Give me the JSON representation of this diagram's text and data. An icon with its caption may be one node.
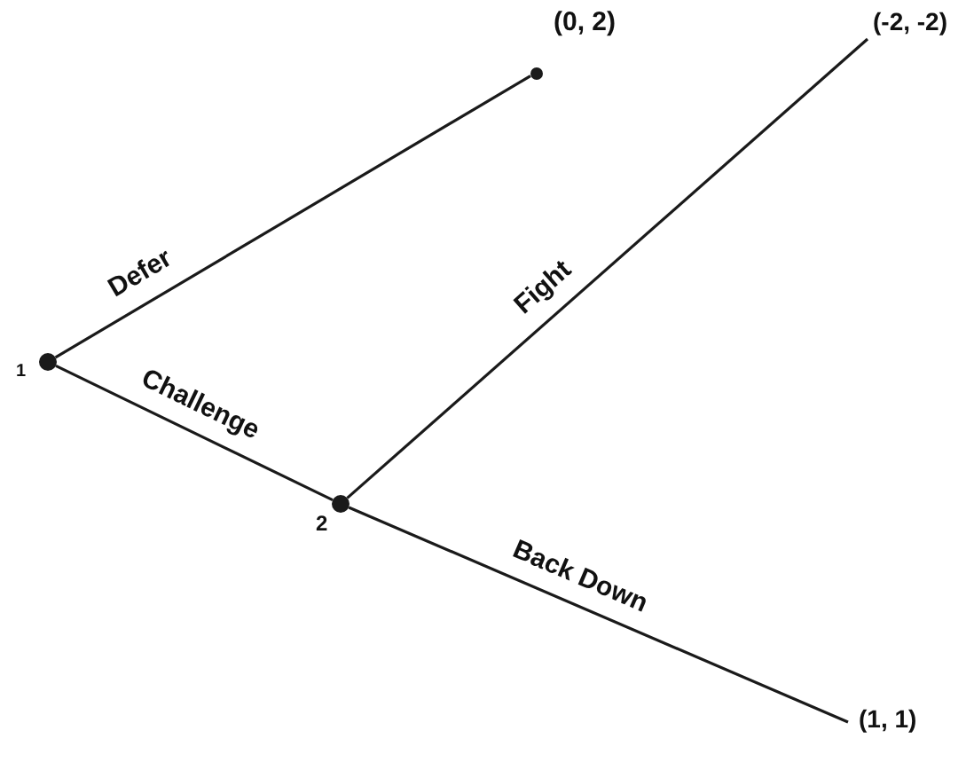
{
  "diagram": {
    "nodes": [
      {
        "text": [],
        "shape": "circle",
        "beside": [
          "1"
        ]
      },
      {
        "text": [],
        "shape": "circle",
        "beside": [
          "(0, 2)"
        ]
      },
      {
        "text": [],
        "shape": "circle",
        "beside": [
          "2"
        ]
      },
      {
        "text": [
          "(-2, -2)"
        ]
      },
      {
        "text": [
          "(1, 1)"
        ]
      }
    ],
    "edges": [
      {
        "from": 0,
        "to": 1,
        "arrow": "none",
        "label": "Defer"
      },
      {
        "from": 0,
        "to": 2,
        "arrow": "none",
        "label": "Challenge"
      },
      {
        "from": 2,
        "to": 3,
        "arrow": "none",
        "label": "Fight"
      },
      {
        "from": 2,
        "to": 4,
        "arrow": "none",
        "label": "Back Down"
      }
    ]
  }
}
